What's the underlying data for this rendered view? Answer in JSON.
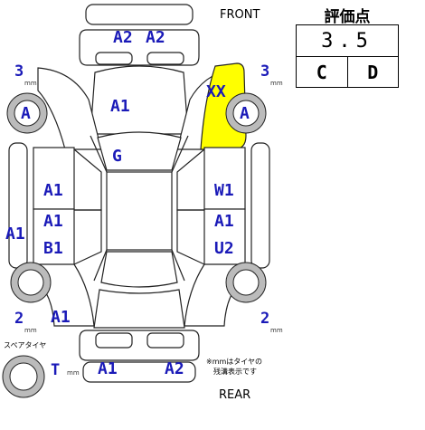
{
  "labels": {
    "front": "FRONT",
    "rear": "REAR",
    "spare_tire": "スペアタイヤ",
    "note_line1": "※mmはタイヤの",
    "note_line2": "残溝表示です",
    "mm": "mm"
  },
  "grade": {
    "title": "評価点",
    "overall": "3.5",
    "interior": "C",
    "exterior": "D"
  },
  "tires": {
    "front_left": "3",
    "front_right": "3",
    "rear_left": "2",
    "rear_right": "2",
    "spare": "T"
  },
  "damage": {
    "front_bumper_left": "A2",
    "front_bumper_right": "A2",
    "hood": "A1",
    "front_right_fender": "XX",
    "front_left_wheel": "A",
    "front_right_wheel": "A",
    "roof": "G",
    "left_front_door": "A1",
    "right_front_door": "W1",
    "left_rear_door_upper": "A1",
    "left_rear_door_lower": "B1",
    "left_rocker": "A1",
    "right_rear_door_upper": "A1",
    "right_rear_door_lower": "U2",
    "rear_left_quarter": "A1",
    "rear_bumper_left": "A1",
    "rear_bumper_right": "A2"
  },
  "colors": {
    "damage_text": "#1a1ab8",
    "replaced_panel": "#ffff00",
    "outline": "#222222"
  }
}
